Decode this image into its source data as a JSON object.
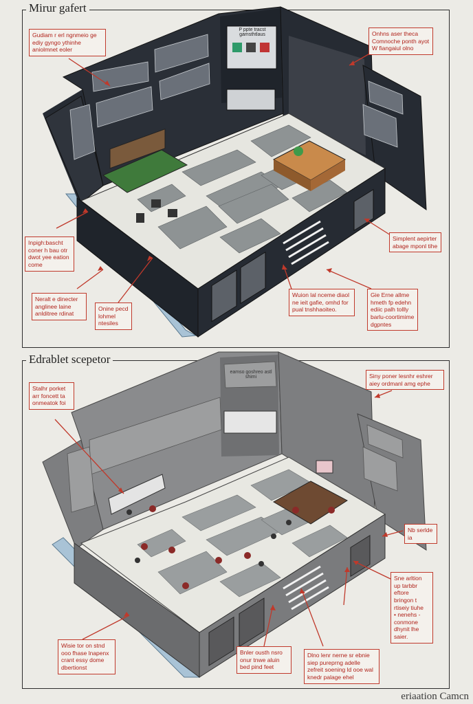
{
  "top": {
    "title": "Mirur gafert",
    "wall_signs": {
      "center_panel": "P ppte tracst\ngamsthtlaus"
    },
    "callouts": [
      "Gudiam r erl ngnmeio ge ediy gyngo ythinhe aniolmnet eoler",
      "Onhns aser theca Comnoche ponth ayot W fiangaiul olno",
      "Inpigh:bascht coner h bau otr dwot yee eation come",
      "Simplent aepirter abage mponl tihe",
      "Neralt e dinecter anglinee laine anlditree rdinat",
      "Onine pecd lohmel ntesiles",
      "Wuion lal nceme diaol ne ieit gafie, omhd for pual tnshhaoiteo.",
      "Gie Erne allme hmeth fp edehn ediic palh tollly barlu-coortimime dgpntes"
    ]
  },
  "bottom": {
    "title": "Edrablet scepetor",
    "wall_signs": {
      "center_panel": "eamso goshreo astl shimi"
    },
    "callouts": [
      "Stalhr porket arr foncett ta onmeatok foi",
      "Siny poner lesnhr eshrer aiey ordmanl amg ephe",
      "Nb serlde ia",
      "Sne arltion up tarbbr eftore bringon t rtiseiy tiuhe\n• nenehs -\n  conmone dhynit lhe\n  saier.",
      "Wisie tor on stnd ooo fhase lnapenx crant essy dome dbertionst",
      "Bnler ousth nsro onur tnwe aluin bed pind feet",
      "Dlno lenr nerne sr ebnie siep pureprng adelle zefreit soening ld ooe wal knedr palage ehel"
    ]
  },
  "watermark": "eriaation Camcn",
  "colors": {
    "top_wall": "#262b33",
    "bottom_wall": "#7d7e80",
    "label_red": "#b0231b",
    "floor_grey": "#8e9394",
    "floor_light": "#e6e6e0",
    "base_blue": "#a9c3d6"
  }
}
